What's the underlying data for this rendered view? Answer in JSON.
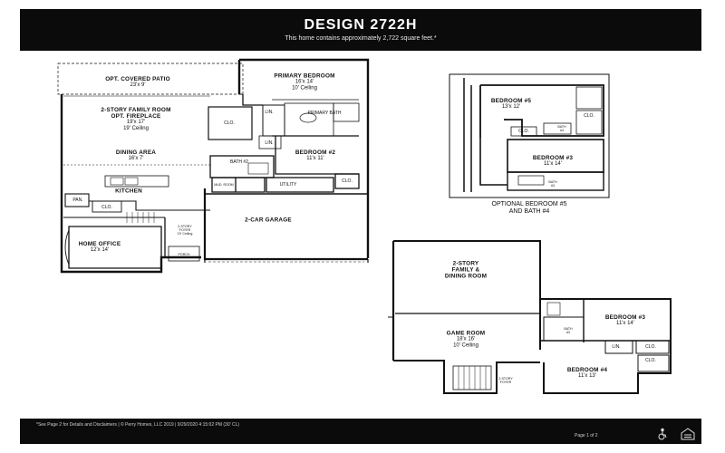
{
  "header": {
    "title": "DESIGN 2722H",
    "subtitle": "This home contains approximately 2,722 square feet.*"
  },
  "first_floor": {
    "patio": {
      "name": "OPT. COVERED PATIO",
      "dim": "23'x 9'"
    },
    "primary_bedroom": {
      "name": "PRIMARY BEDROOM",
      "dim": "16'x 14'",
      "ceiling": "10' Ceiling"
    },
    "lin_1": "LIN.",
    "primary_bath": "PRIMARY BATH",
    "family_room": {
      "name": "2-STORY FAMILY ROOM",
      "line2": "OPT. FIREPLACE",
      "dim": "19'x 17'",
      "ceiling": "19' Ceiling"
    },
    "clo_1": "CLO.",
    "lin_2": "LIN.",
    "bedroom_2": {
      "name": "BEDROOM #2",
      "dim": "11'x 11'"
    },
    "dining": {
      "name": "DINING AREA",
      "dim": "16'x 7'"
    },
    "bath_2": "BATH #2",
    "mud_room": "MUD. ROOM",
    "utility": "UTILITY",
    "clo_2": "CLO.",
    "kitchen": "KITCHEN",
    "pan": "PAN.",
    "clo_3": "CLO.",
    "garage": "2-CAR GARAGE",
    "foyer": {
      "line1": "2-STORY",
      "line2": "FOYER",
      "line3": "19' Ceiling"
    },
    "porch": "PORCH",
    "home_office": {
      "name": "HOME OFFICE",
      "dim": "12'x 14'"
    }
  },
  "optional_plan": {
    "bedroom_5": {
      "name": "BEDROOM #5",
      "dim": "13'x 12'"
    },
    "clo_1": "CLO.",
    "bath_4": {
      "line1": "BATH",
      "line2": "#4"
    },
    "clo_2": "CLO.",
    "bedroom_3": {
      "name": "BEDROOM #3",
      "dim": "11'x 14'"
    },
    "bath_3": {
      "line1": "BATH",
      "line2": "#3"
    },
    "caption_1": "OPTIONAL BEDROOM #5",
    "caption_2": "AND BATH #4"
  },
  "second_floor": {
    "family_dining": {
      "line1": "2-STORY",
      "line2": "FAMILY &",
      "line3": "DINING ROOM"
    },
    "game_room": {
      "name": "GAME ROOM",
      "dim": "18'x 16'",
      "ceiling": "10' Ceiling"
    },
    "bath_3": {
      "line1": "BATH",
      "line2": "#3"
    },
    "bedroom_3": {
      "name": "BEDROOM #3",
      "dim": "11'x 14'"
    },
    "lin": "LIN.",
    "clo_1": "CLO.",
    "clo_2": "CLO.",
    "bedroom_4": {
      "name": "BEDROOM #4",
      "dim": "11'x 13'"
    },
    "foyer": {
      "line1": "2-STORY",
      "line2": "FOYER"
    }
  },
  "footer": {
    "disclaimer": "*See Page 2 for Details and Disclaimers  |  © Perry Homes, LLC 2019  |  9/29/2020 4:15:02 PM  (30' CL)",
    "page": "Page 1 of 2"
  }
}
